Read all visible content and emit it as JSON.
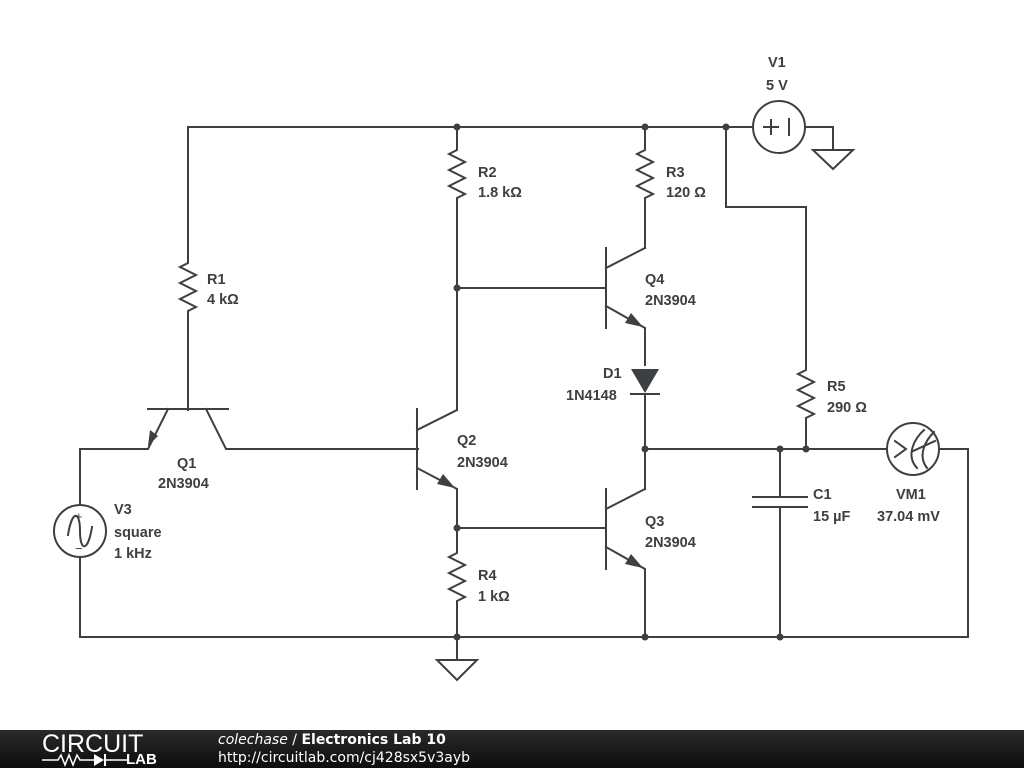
{
  "schematic": {
    "components": {
      "V1": {
        "name": "V1",
        "value": "5 V"
      },
      "V3": {
        "name": "V3",
        "value": "square",
        "value2": "1 kHz"
      },
      "R1": {
        "name": "R1",
        "value": "4 kΩ"
      },
      "R2": {
        "name": "R2",
        "value": "1.8 kΩ"
      },
      "R3": {
        "name": "R3",
        "value": "120 Ω"
      },
      "R4": {
        "name": "R4",
        "value": "1 kΩ"
      },
      "R5": {
        "name": "R5",
        "value": "290 Ω"
      },
      "Q1": {
        "name": "Q1",
        "value": "2N3904"
      },
      "Q2": {
        "name": "Q2",
        "value": "2N3904"
      },
      "Q3": {
        "name": "Q3",
        "value": "2N3904"
      },
      "Q4": {
        "name": "Q4",
        "value": "2N3904"
      },
      "D1": {
        "name": "D1",
        "value": "1N4148"
      },
      "C1": {
        "name": "C1",
        "value": "15 µF"
      },
      "VM1": {
        "name": "VM1",
        "value": "37.04 mV"
      }
    },
    "symbols": {
      "v1_plus": "+",
      "v3_plus": "+",
      "v3_minus": "−"
    }
  },
  "footer": {
    "logo_top": "CIRCUIT",
    "logo_bottom": "LAB",
    "author": "colechase",
    "separator": " / ",
    "title": "Electronics Lab 10",
    "url": "http://circuitlab.com/cj428sx5v3ayb"
  }
}
